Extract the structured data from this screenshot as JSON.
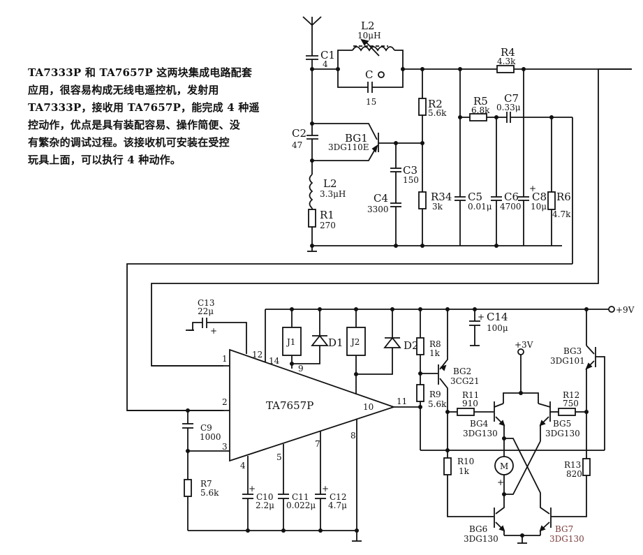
{
  "description": {
    "lines": [
      "TA7333P 和 TA7657P 这两块集成电路配套",
      "应用，很容易构成无线电遥控机，发射用",
      "TA7333P，接收用 TA7657P，能完成 4 种遥",
      "控动作，优点是具有装配容易、操作简便、没",
      "有繁杂的调试过程。该接收机可安装在受控",
      "玩具上面，可以执行 4 种动作。"
    ]
  },
  "rf_stage": {
    "C1": {
      "name": "C1",
      "value": "4"
    },
    "L2_tuned": {
      "name": "L2",
      "value": "10μH"
    },
    "C_trim": {
      "name": "C",
      "value": "15"
    },
    "C2": {
      "name": "C2",
      "value": "47"
    },
    "BG1": {
      "name": "BG1",
      "value": "3DG110E"
    },
    "C3": {
      "name": "C3",
      "value": "150"
    },
    "C4": {
      "name": "C4",
      "value": "3300"
    },
    "L2_choke": {
      "name": "L2",
      "value": "3.3μH"
    },
    "R1": {
      "name": "R1",
      "value": "270"
    },
    "R2": {
      "name": "R2",
      "value": "5.6k"
    },
    "R34": {
      "name": "R34",
      "value": "3k"
    },
    "R4": {
      "name": "R4",
      "value": "4.3k"
    },
    "R5": {
      "name": "R5",
      "value": "6.8k"
    },
    "C7": {
      "name": "C7",
      "value": "0.33μ"
    },
    "C5": {
      "name": "C5",
      "value": "0.01μ"
    },
    "C6": {
      "name": "C6",
      "value": "4700"
    },
    "C8": {
      "name": "C8",
      "value": "10μ"
    },
    "R6": {
      "name": "R6",
      "value": "4.7k"
    }
  },
  "decoder": {
    "ic": {
      "name": "TA7657P"
    },
    "pins": {
      "p1": "1",
      "p2": "2",
      "p3": "3",
      "p4": "4",
      "p5": "5",
      "p7": "7",
      "p8": "8",
      "p9": "9",
      "p10": "10",
      "p11": "11",
      "p12": "12",
      "p14": "14"
    },
    "C13": {
      "name": "C13",
      "value": "22μ"
    },
    "C9": {
      "name": "C9",
      "value": "1000"
    },
    "R7": {
      "name": "R7",
      "value": "5.6k"
    },
    "C10": {
      "name": "C10",
      "value": "2.2μ"
    },
    "C11": {
      "name": "C11",
      "value": "0.022μ"
    },
    "C12": {
      "name": "C12",
      "value": "4.7μ"
    },
    "J1": {
      "name": "J1"
    },
    "J2": {
      "name": "J2"
    },
    "D1": {
      "name": "D1"
    },
    "D2": {
      "name": "D2"
    },
    "C14": {
      "name": "C14",
      "value": "100μ"
    }
  },
  "driver": {
    "supply_9v": "+9V",
    "supply_3v": "+3V",
    "R8": {
      "name": "R8",
      "value": "1k"
    },
    "R9": {
      "name": "R9",
      "value": "5.6k"
    },
    "R11": {
      "name": "R11",
      "value": "910"
    },
    "R12": {
      "name": "R12",
      "value": "750"
    },
    "R10": {
      "name": "R10",
      "value": "1k"
    },
    "R13": {
      "name": "R13",
      "value": "820"
    },
    "BG2": {
      "name": "BG2",
      "value": "3CG21"
    },
    "BG3": {
      "name": "BG3",
      "value": "3DG101"
    },
    "BG4": {
      "name": "BG4",
      "value": "3DG130"
    },
    "BG5": {
      "name": "BG5",
      "value": "3DG130"
    },
    "BG6": {
      "name": "BG6",
      "value": "3DG130"
    },
    "BG7": {
      "name": "BG7",
      "value": "3DG130"
    },
    "motor": {
      "label": "M",
      "polarity": "+"
    },
    "plus": "+"
  }
}
